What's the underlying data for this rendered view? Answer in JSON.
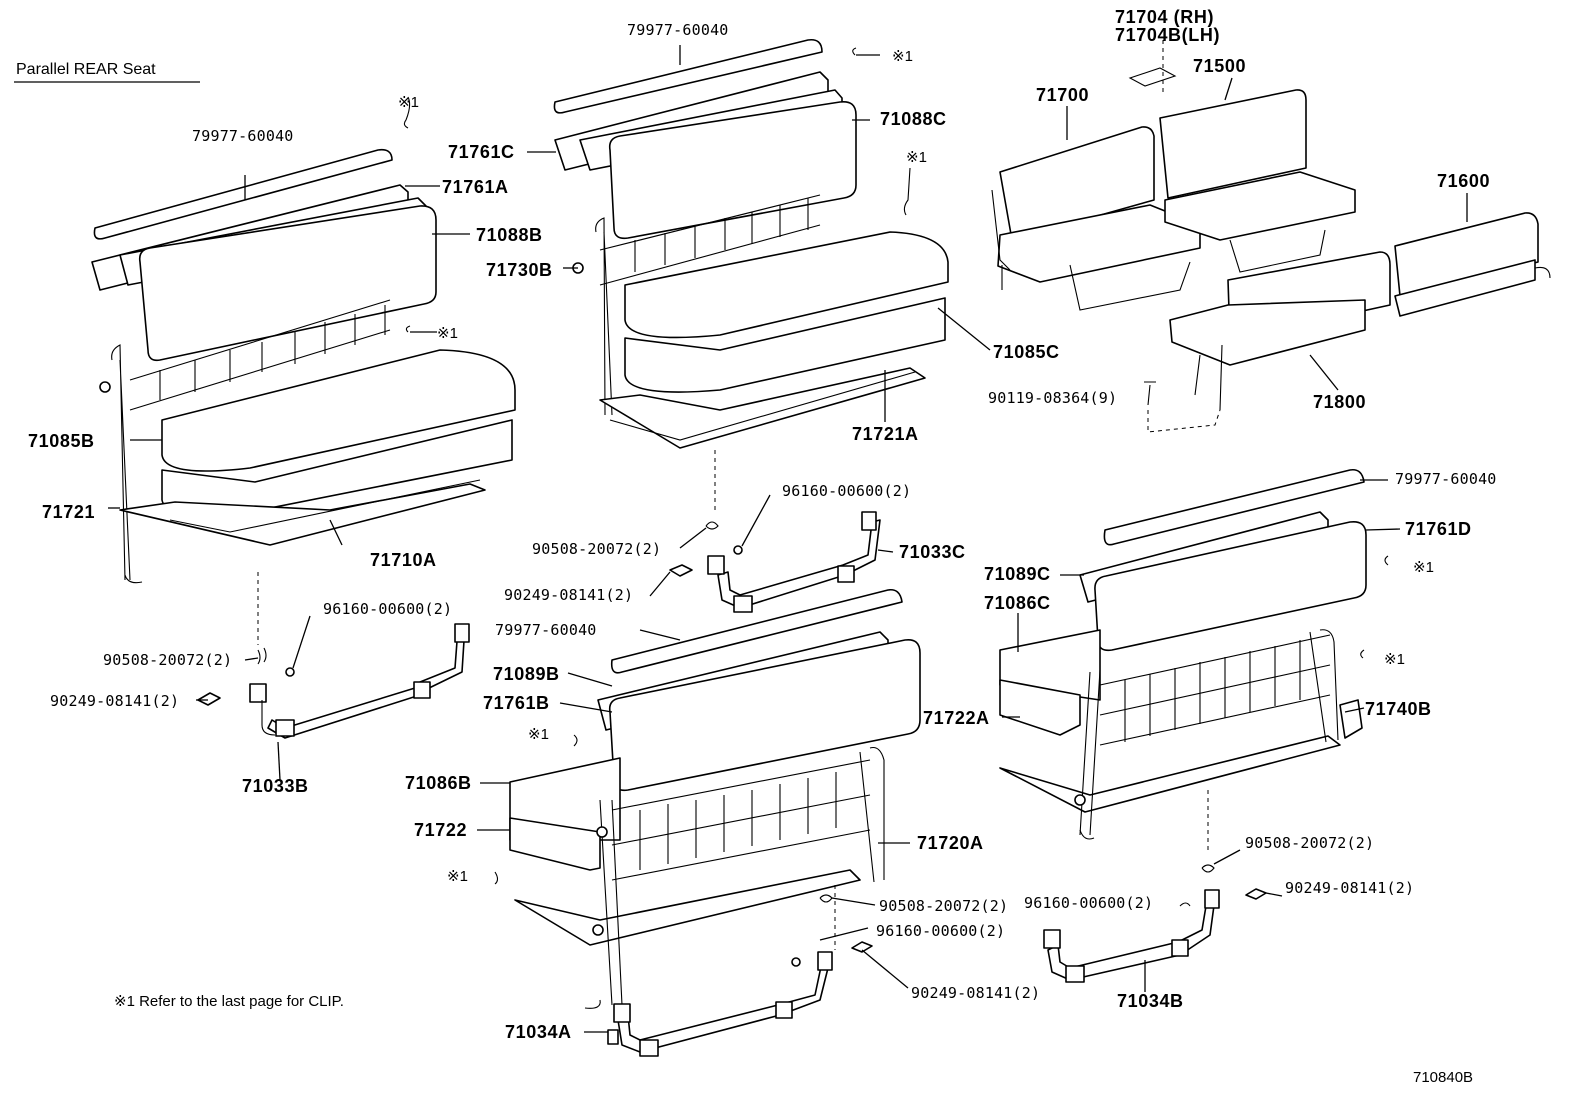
{
  "title": "Parallel REAR Seat",
  "footnote": "※1  Refer to the last page for CLIP.",
  "figure_id": "710840B",
  "clip_mark": "※1",
  "labels": {
    "p79977_a": "79977-60040",
    "p79977_b": "79977-60040",
    "p79977_c": "79977-60040",
    "p79977_d": "79977-60040",
    "p71761A": "71761A",
    "p71088B": "71088B",
    "p71085B": "71085B",
    "p71721": "71721",
    "p71710A": "71710A",
    "p96160_a": "96160-00600(2)",
    "p90508_a": "90508-20072(2)",
    "p90249_a": "90249-08141(2)",
    "p71033B": "71033B",
    "p71761C": "71761C",
    "p71088C": "71088C",
    "p71730B": "71730B",
    "p71085C": "71085C",
    "p71721A": "71721A",
    "p96160_b": "96160-00600(2)",
    "p90508_b": "90508-20072(2)",
    "p90249_b": "90249-08141(2)",
    "p71033C": "71033C",
    "p71089B": "71089B",
    "p71761B": "71761B",
    "p71086B": "71086B",
    "p71722": "71722",
    "p71720A": "71720A",
    "p90508_c": "90508-20072(2)",
    "p96160_c": "96160-00600(2)",
    "p90249_c": "90249-08141(2)",
    "p71034A": "71034A",
    "p71704RH": "71704 (RH)",
    "p71704LH": "71704B(LH)",
    "p71500": "71500",
    "p71700": "71700",
    "p71600": "71600",
    "p90119": "90119-08364(9)",
    "p71800": "71800",
    "p71761D": "71761D",
    "p71089C": "71089C",
    "p71086C": "71086C",
    "p71722A": "71722A",
    "p71740B": "71740B",
    "p90508_d": "90508-20072(2)",
    "p96160_d": "96160-00600(2)",
    "p90249_d": "90249-08141(2)",
    "p71034B": "71034B"
  }
}
